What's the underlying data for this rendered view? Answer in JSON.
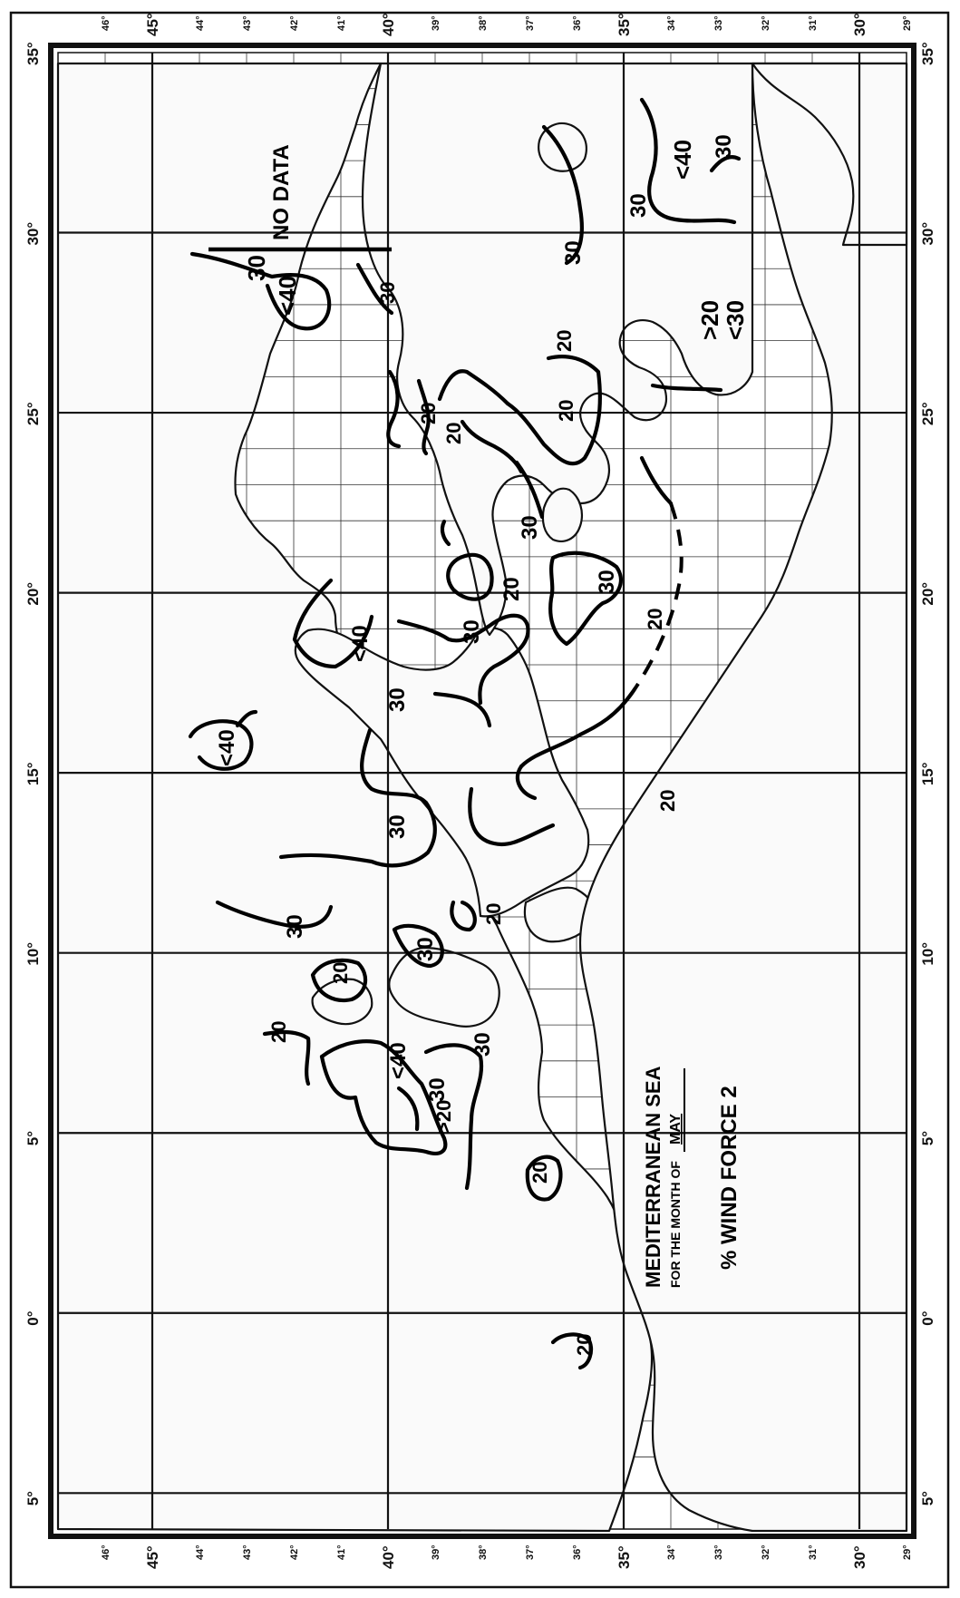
{
  "title": {
    "sea": "MEDITERRANEAN SEA",
    "month_prefix": "FOR THE MONTH OF",
    "month": "MAY",
    "variable": "% WIND FORCE 2"
  },
  "no_data": "NO DATA",
  "longitude_labels": [
    "5°",
    "",
    "",
    "",
    "",
    "0°",
    "",
    "",
    "",
    "",
    "5°",
    "",
    "",
    "",
    "",
    "10°",
    "",
    "",
    "",
    "",
    "15°",
    "",
    "",
    "",
    "",
    "20°",
    "",
    "",
    "",
    "",
    "25°",
    "",
    "",
    "",
    "",
    "30°",
    "",
    "",
    "",
    "",
    "35°"
  ],
  "longitude_major": [
    "5°",
    "0°",
    "5°",
    "10°",
    "15°",
    "20°",
    "25°",
    "30°",
    "35°"
  ],
  "latitude_major": [
    "45°",
    "40°",
    "35°",
    "30°"
  ],
  "latitude_minor": [
    "46°",
    "44°",
    "43°",
    "42°",
    "41°",
    "39°",
    "38°",
    "37°",
    "36°",
    "34°",
    "33°",
    "32°",
    "31°",
    "29°"
  ],
  "contour_labels": [
    {
      "text": "30",
      "region": "black-sea-west"
    },
    {
      "text": "<40",
      "region": "black-sea-west"
    },
    {
      "text": "30",
      "region": "aegean-north"
    },
    {
      "text": "30",
      "region": "levant-north"
    },
    {
      "text": "<40",
      "region": "levant"
    },
    {
      "text": "30",
      "region": "levant"
    },
    {
      "text": "30",
      "region": "cyprus-west"
    },
    {
      "text": ">20",
      "region": "east-basin"
    },
    {
      "text": "<30",
      "region": "east-basin"
    },
    {
      "text": "20",
      "region": "aegean"
    },
    {
      "text": "20",
      "region": "aegean-south"
    },
    {
      "text": "20",
      "region": "crete-east"
    },
    {
      "text": "20",
      "region": "ionian-north"
    },
    {
      "text": "30",
      "region": "ionian"
    },
    {
      "text": "20",
      "region": "ionian-center"
    },
    {
      "text": "30",
      "region": "ionian-south"
    },
    {
      "text": "30",
      "region": "adriatic"
    },
    {
      "text": "<40",
      "region": "adriatic-north"
    },
    {
      "text": "30",
      "region": "ligurian"
    },
    {
      "text": "<40",
      "region": "tyrrhenian"
    },
    {
      "text": "30",
      "region": "tyrrhenian"
    },
    {
      "text": "20",
      "region": "gulf-of-sirte"
    },
    {
      "text": "20",
      "region": "libya"
    },
    {
      "text": "30",
      "region": "gulf-of-lion"
    },
    {
      "text": "20",
      "region": "balearic-east"
    },
    {
      "text": "30",
      "region": "sardinia-west"
    },
    {
      "text": "20",
      "region": "sardinia-south"
    },
    {
      "text": "20",
      "region": "spain-north"
    },
    {
      "text": "<40",
      "region": "balearic"
    },
    {
      "text": "30",
      "region": "balearic"
    },
    {
      "text": ">20",
      "region": "balearic-west"
    },
    {
      "text": "30",
      "region": "algeria"
    },
    {
      "text": "20",
      "region": "alboran"
    },
    {
      "text": "20",
      "region": "gibraltar"
    }
  ]
}
